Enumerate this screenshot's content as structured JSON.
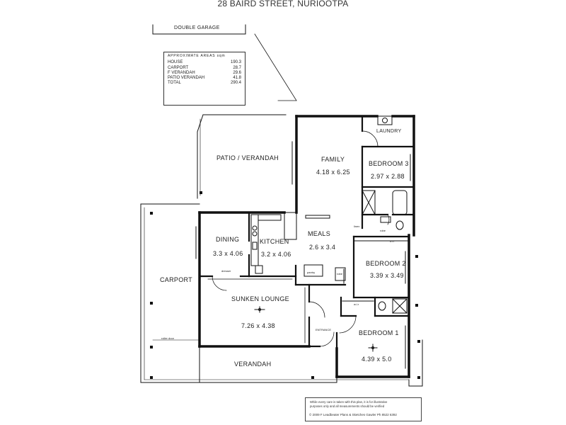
{
  "title": "28 BAIRD STREET, NURIOOTPA",
  "garage_label": "DOUBLE GARAGE",
  "areas": {
    "heading": "APPROXIMATE AREAS  sqm",
    "rows": [
      {
        "name": "HOUSE",
        "value": "190.3"
      },
      {
        "name": "CARPORT",
        "value": "28.7"
      },
      {
        "name": "F VERANDAH",
        "value": "29.6"
      },
      {
        "name": "PATIO VERANDAH",
        "value": "41.8"
      },
      {
        "name": "TOTAL",
        "value": "290.4"
      }
    ]
  },
  "rooms": {
    "patio": "PATIO / VERANDAH",
    "family": "FAMILY",
    "family_size": "4.18 x 6.25",
    "laundry": "LAUNDRY",
    "bedroom3": "BEDROOM 3",
    "bedroom3_size": "2.97 x 2.88",
    "dining": "DINING",
    "dining_size": "3.3 x 4.06",
    "kitchen": "KITCHEN",
    "kitchen_size": "3.2 x 4.06",
    "meals": "MEALS",
    "meals_size": "2.6 x 3.4",
    "bedroom2": "BEDROOM 2",
    "bedroom2_size": "3.39 x 3.49",
    "carport": "CARPORT",
    "lounge": "SUNKEN LOUNGE",
    "lounge_size": "7.26 x 4.38",
    "bedroom1": "BEDROOM 1",
    "bedroom1_size": "4.39 x 5.0",
    "verandah": "VERANDAH",
    "entrance": "ENTRANCE",
    "pantry": "pantry"
  },
  "small_labels": {
    "linen": "linen",
    "robe_a": "robe",
    "robe_b": "robe",
    "wir": "w.i.r",
    "bir": "b.i.r",
    "dresser": "dresser",
    "roller_door": "roller door"
  },
  "disclaimer": [
    "While every care is taken with this plan, it is for illustrative",
    "purposes only and all measurements should be verified"
  ],
  "copyright": "© 2009  F  Leadbeater Plans & Sketches  Gawler Ph 8522 6392"
}
